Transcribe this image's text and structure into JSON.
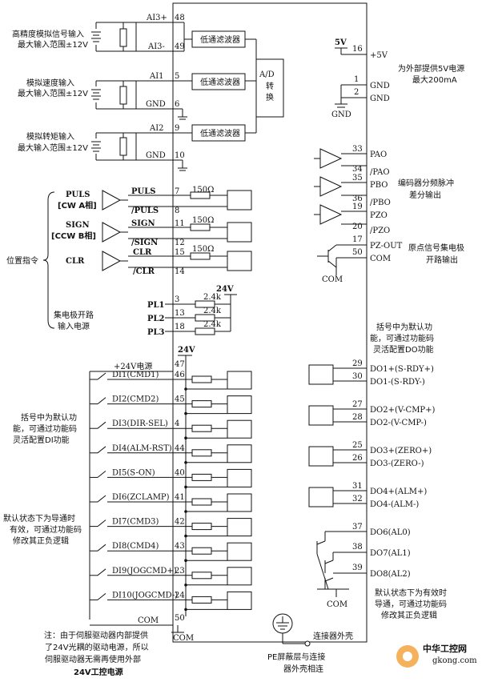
{
  "analog": {
    "groups": [
      {
        "desc1": "高精度模拟信号输入",
        "desc2": "最大输入范围±12V",
        "pin_sig": "AI3+",
        "pin_num": "48",
        "pin2_sig": "AI3-",
        "pin2_num": "49",
        "filter": "低通滤波器"
      },
      {
        "desc1": "模拟速度输入",
        "desc2": "最大输入范围±12V",
        "pin_sig": "AI1",
        "pin_num": "5",
        "pin2_sig": "GND",
        "pin2_num": "6",
        "filter": "低通滤波器"
      },
      {
        "desc1": "模拟转矩输入",
        "desc2": "最大输入范围±12V",
        "pin_sig": "AI2",
        "pin_num": "9",
        "pin2_sig": "GND",
        "pin2_num": "10",
        "filter": "低通滤波器"
      }
    ],
    "ad": [
      "A/D",
      "转",
      "换"
    ]
  },
  "power": {
    "v5_label": "5V",
    "pin16": "16",
    "pin16_sig": "+5V",
    "note1": "为外部提供5V电源",
    "note2": "最大200mA",
    "pin1": "1",
    "pin1_sig": "GND",
    "pin2": "2",
    "pin2_sig": "GND",
    "gnd": "GND"
  },
  "position": {
    "title": "位置指令",
    "pairs": [
      {
        "left1": "PULS",
        "left2": "[CW A相]",
        "a_sig": "PULS",
        "a_pin": "7",
        "b_sig": "/PULS",
        "b_pin": "8",
        "res": "150Ω"
      },
      {
        "left1": "SIGN",
        "left2": "[CCW B相]",
        "a_sig": "SIGN",
        "a_pin": "11",
        "b_sig": "/SIGN",
        "b_pin": "12",
        "res": "150Ω"
      },
      {
        "left1": "CLR",
        "left2": "",
        "a_sig": "CLR",
        "a_pin": "15",
        "b_sig": "/CLR",
        "b_pin": "14",
        "res": "150Ω"
      }
    ],
    "pl": [
      {
        "name": "PL1",
        "pin": "3",
        "res": "2.4k"
      },
      {
        "name": "PL2",
        "pin": "13",
        "res": "2.4k"
      },
      {
        "name": "PL3",
        "pin": "18",
        "res": "2.4k"
      }
    ],
    "pl_note1": "集电极开路",
    "pl_note2": "输入电源",
    "v24": "24V"
  },
  "encoder": {
    "outputs": [
      {
        "pin": "33",
        "sig": "PAO"
      },
      {
        "pin": "34",
        "sig": "/PAO"
      },
      {
        "pin": "35",
        "sig": "PBO"
      },
      {
        "pin": "36",
        "sig": "/PBO"
      },
      {
        "pin": "19",
        "sig": "PZO"
      },
      {
        "pin": "20",
        "sig": "/PZO"
      }
    ],
    "note1": "编码器分频脉冲",
    "note2": "差分输出",
    "pzout_pin": "17",
    "pzout_sig": "PZ-OUT",
    "com_pin": "50",
    "com_sig": "COM",
    "com": "COM",
    "pz_note1": "原点信号集电极",
    "pz_note2": "开路输出"
  },
  "di": {
    "v24": "24V",
    "power_label": "+24V电源",
    "power_pin": "47",
    "inputs": [
      {
        "name": "DI1(CMD1)",
        "pin": "46"
      },
      {
        "name": "DI2(CMD2)",
        "pin": "45"
      },
      {
        "name": "DI3(DIR-SEL)",
        "pin": "4"
      },
      {
        "name": "DI4(ALM-RST)",
        "pin": "44"
      },
      {
        "name": "DI5(S-ON)",
        "pin": "40"
      },
      {
        "name": "DI6(ZCLAMP)",
        "pin": "41"
      },
      {
        "name": "DI7(CMD3)",
        "pin": "42"
      },
      {
        "name": "DI8(CMD4)",
        "pin": "43"
      },
      {
        "name": "DI9(JOGCMD+)",
        "pin": "23"
      },
      {
        "name": "DI10(JOGCMD-)",
        "pin": "24"
      }
    ],
    "com_label": "COM",
    "com_pin": "50",
    "com": "COM",
    "note_a1": "括号中为默认功",
    "note_a2": "能，可通过功能码",
    "note_a3": "灵活配置DI功能",
    "note_b1": "默认状态下为导通时",
    "note_b2": "有效，可通过功能码",
    "note_b3": "修改其正负逻辑",
    "foot1": "注：由于伺服驱动器内部提供",
    "foot2": "了24V光耦的驱动电源，所以",
    "foot3": "伺服驱动器无需再使用外部",
    "foot4": "24V工控电源"
  },
  "do": {
    "note1": "括号中为默认功",
    "note2": "能，可通过功能码",
    "note3": "灵活配置DO功能",
    "pairs": [
      {
        "p_pin": "29",
        "p_sig": "DO1+(S-RDY+)",
        "n_pin": "30",
        "n_sig": "DO1-(S-RDY-)"
      },
      {
        "p_pin": "27",
        "p_sig": "DO2+(V-CMP+)",
        "n_pin": "28",
        "n_sig": "DO2-(V-CMP-)"
      },
      {
        "p_pin": "25",
        "p_sig": "DO3+(ZERO+)",
        "n_pin": "26",
        "n_sig": "DO3-(ZERO-)"
      },
      {
        "p_pin": "31",
        "p_sig": "DO4+(ALM+)",
        "n_pin": "32",
        "n_sig": "DO4-(ALM-)"
      }
    ],
    "oc": [
      {
        "pin": "37",
        "sig": "DO6(AL0)"
      },
      {
        "pin": "38",
        "sig": "DO7(AL1)"
      },
      {
        "pin": "39",
        "sig": "DO8(AL2)"
      }
    ],
    "com": "COM",
    "oc_note1": "默认状态下为有效时",
    "oc_note2": "导通，可通过功能码",
    "oc_note3": "修改其正负逻辑"
  },
  "shield": {
    "shell": "连接器外壳",
    "pe1": "PE屏蔽层与连接",
    "pe2": "器外壳相连"
  },
  "watermark": {
    "brand": "中华工控网",
    "site": "gkong.com"
  }
}
